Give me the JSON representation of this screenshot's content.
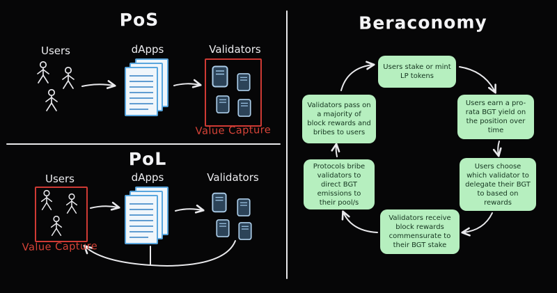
{
  "pos": {
    "title": "PoS",
    "users_label": "Users",
    "dapps_label": "dApps",
    "validators_label": "Validators",
    "value_capture_label": "Value Capture"
  },
  "pol": {
    "title": "PoL",
    "users_label": "Users",
    "dapps_label": "dApps",
    "validators_label": "Validators",
    "value_capture_label": "Value Capture"
  },
  "beraconomy": {
    "title": "Beraconomy",
    "nodes": [
      {
        "id": "stake",
        "label": "Users stake or mint LP tokens"
      },
      {
        "id": "earn",
        "label": "Users earn a pro-rata BGT yield on the position over time"
      },
      {
        "id": "choose",
        "label": "Users choose which validator to delegate their BGT to based on rewards"
      },
      {
        "id": "receive",
        "label": "Validators receive block rewards commensurate to their BGT stake"
      },
      {
        "id": "bribe",
        "label": "Protocols bribe validators to direct BGT emissions to their pool/s"
      },
      {
        "id": "pass",
        "label": "Validators pass on a majority of block rewards and bribes to users"
      }
    ]
  },
  "icons": {
    "stick-figure-icon": "person shape (circle head + line limbs)",
    "documents-icon": "stacked pages with text lines",
    "validator-server-icon": "rounded server box with slots"
  },
  "colors": {
    "background": "#060607",
    "text": "#f0f0f3",
    "accent_red": "#d94438",
    "node_fill": "#b6efbf",
    "node_text": "#14351f",
    "doc_blue": "#59a6de",
    "server_fill": "#2c4358",
    "server_stroke": "#accde9"
  }
}
